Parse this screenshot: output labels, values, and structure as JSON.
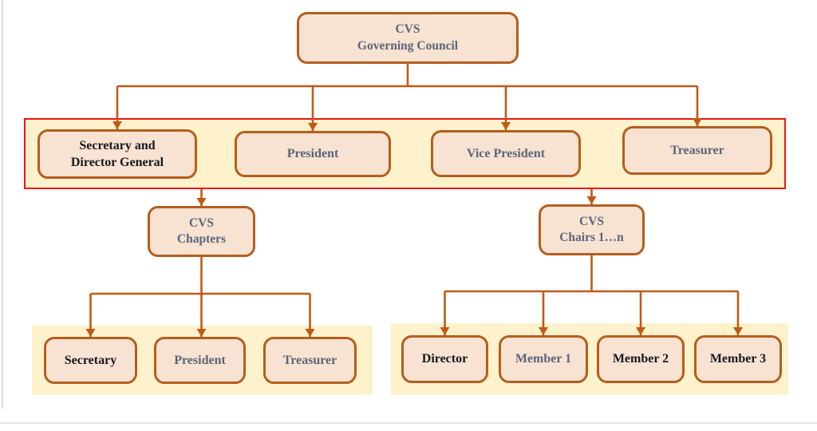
{
  "colors": {
    "box_fill": "#f8e2d2",
    "box_border": "#b45e1e",
    "band_fill": "#fdf2cb",
    "band_border_red": "#ee1414",
    "connector": "#c05a17",
    "text_dark": "#15181f",
    "text_muted": "#5b6678"
  },
  "nodes": {
    "governing_council": {
      "line1": "CVS",
      "line2": "Governing Council"
    },
    "secretary_director_general": {
      "line1": "Secretary and",
      "line2": "Director General"
    },
    "president": {
      "label": "President"
    },
    "vice_president": {
      "label": "Vice President"
    },
    "treasurer": {
      "label": "Treasurer"
    },
    "cvs_chapters": {
      "line1": "CVS",
      "line2": "Chapters"
    },
    "cvs_chairs": {
      "line1": "CVS",
      "line2": "Chairs 1…n"
    },
    "chapter_secretary": {
      "label": "Secretary"
    },
    "chapter_president": {
      "label": "President"
    },
    "chapter_treasurer": {
      "label": "Treasurer"
    },
    "chair_director": {
      "label": "Director"
    },
    "chair_member1": {
      "label": "Member 1"
    },
    "chair_member2": {
      "label": "Member 2"
    },
    "chair_member3": {
      "label": "Member 3"
    }
  }
}
